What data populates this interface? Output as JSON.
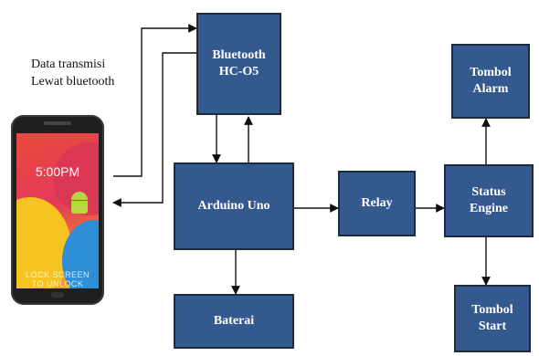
{
  "caption": {
    "line1": "Data transmisi",
    "line2": "Lewat bluetooth"
  },
  "blocks": {
    "bluetooth": "Bluetooth\nHC-O5",
    "arduino": "Arduino Uno",
    "relay": "Relay",
    "status": "Status\nEngine",
    "alarm": "Tombol\nAlarm",
    "start": "Tombol\nStart",
    "baterai": "Baterai"
  },
  "phone": {
    "time": "5:00PM",
    "lock_text": "LOCK SCREEN\nTO UNLOCK"
  },
  "colors": {
    "block_fill": "#34598e",
    "block_border": "#1c2a3e",
    "line": "#111111"
  }
}
